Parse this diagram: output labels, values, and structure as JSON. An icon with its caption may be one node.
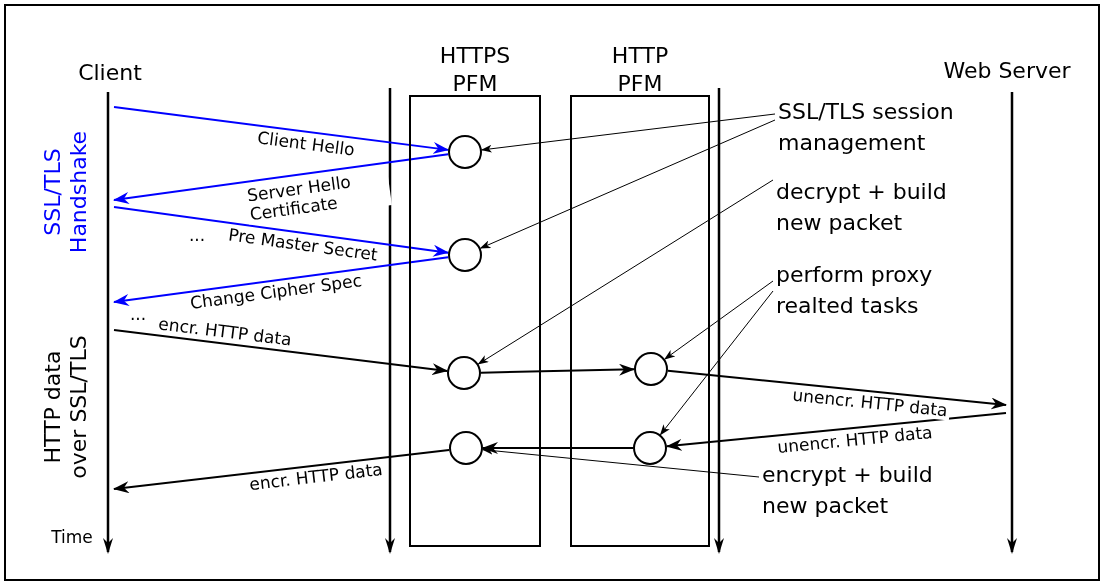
{
  "diagram": {
    "nodes": [
      {
        "text": [],
        "shape": "bar",
        "beside": [
          "Client"
        ]
      },
      {
        "text": [
          "HTTPS PFM"
        ]
      },
      {
        "text": [],
        "shape": "circle",
        "in": 1
      },
      {
        "text": [],
        "shape": "circle",
        "in": 1
      },
      {
        "text": [],
        "shape": "circle",
        "in": 1
      },
      {
        "text": [],
        "shape": "circle",
        "in": 1
      },
      {
        "text": [
          "HTTP PFM"
        ]
      },
      {
        "text": [],
        "shape": "circle",
        "in": 6
      },
      {
        "text": [],
        "shape": "circle",
        "in": 6
      },
      {
        "text": [],
        "shape": "bar",
        "beside": [
          "Web Server"
        ]
      },
      {
        "text": [
          "SSL/TLS session management"
        ]
      },
      {
        "text": [
          "decrypt + build new packet"
        ]
      },
      {
        "text": [
          "perform proxy realted tasks"
        ]
      },
      {
        "text": [
          "encrypt + build new packet"
        ]
      }
    ],
    "edges": [
      {
        "from": 0,
        "to": 2,
        "arrow": "to",
        "label": "Client Hello",
        "color": "#0000ff"
      },
      {
        "from": 2,
        "to": 0,
        "arrow": "to",
        "label": "Server Hello Certificate",
        "color": "#0000ff"
      },
      {
        "from": 0,
        "to": 3,
        "arrow": "to",
        "label": "Pre Master Secret",
        "color": "#0000ff"
      },
      {
        "from": 3,
        "to": 0,
        "arrow": "to",
        "label": "Change Cipher Spec",
        "color": "#0000ff"
      },
      {
        "from": 0,
        "to": 4,
        "arrow": "to",
        "label": "encr. HTTP data"
      },
      {
        "from": 4,
        "to": 7,
        "arrow": "to"
      },
      {
        "from": 7,
        "to": 9,
        "arrow": "to",
        "label": "unencr. HTTP data"
      },
      {
        "from": 9,
        "to": 8,
        "arrow": "to",
        "label": "unencr. HTTP data"
      },
      {
        "from": 8,
        "to": 5,
        "arrow": "to"
      },
      {
        "from": 5,
        "to": 0,
        "arrow": "to",
        "label": "encr. HTTP data"
      },
      {
        "from": 10,
        "to": 2,
        "arrow": "to"
      },
      {
        "from": 10,
        "to": 3,
        "arrow": "to"
      },
      {
        "from": 11,
        "to": 4,
        "arrow": "to"
      },
      {
        "from": 12,
        "to": 7,
        "arrow": "to"
      },
      {
        "from": 12,
        "to": 8,
        "arrow": "to"
      },
      {
        "from": 13,
        "to": 5,
        "arrow": "to"
      }
    ],
    "labels": [
      "SSL/TLS Handshake",
      "...",
      "...",
      "HTTP data over SSL/TLS",
      "Time"
    ]
  }
}
